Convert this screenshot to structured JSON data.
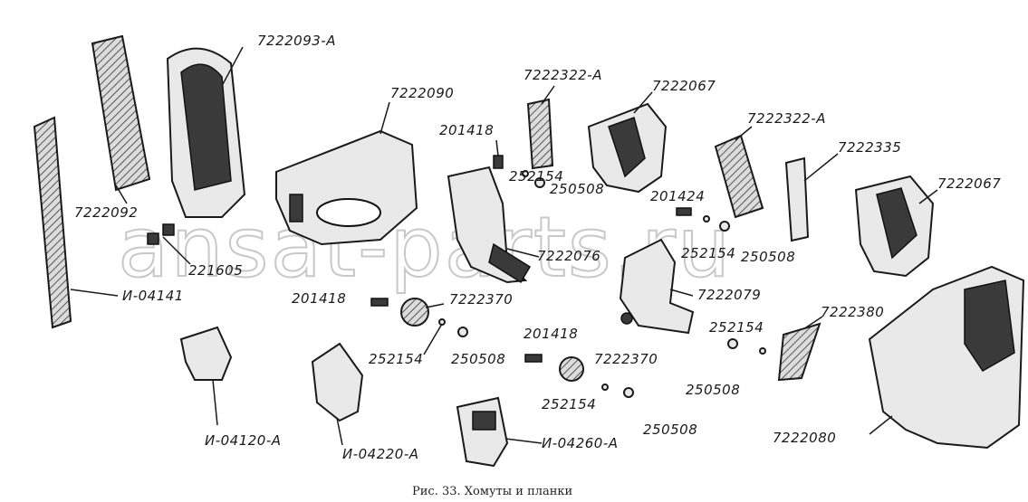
{
  "watermark": "ansat-parts.ru",
  "caption": "Рис. 33. Хомуты и планки",
  "labels": {
    "p7222093A": "7222093-А",
    "p7222090": "7222090",
    "p7222322A_1": "7222322-А",
    "p7222067_1": "7222067",
    "p201418_1": "201418",
    "p7222322A_2": "7222322-А",
    "p7222335": "7222335",
    "p7222067_2": "7222067",
    "p252154_1": "252154",
    "p250508_1": "250508",
    "p201424": "201424",
    "p7222092": "7222092",
    "p221605": "221605",
    "p7222076": "7222076",
    "p252154_2": "252154",
    "p250508_2": "250508",
    "pI04141": "И-04141",
    "p201418_2": "201418",
    "p7222370_1": "7222370",
    "p7222079": "7222079",
    "p252154_3": "252154",
    "p250508_3": "250508",
    "p201418_3": "201418",
    "p7222370_2": "7222370",
    "p7222380": "7222380",
    "p252154_4": "252154",
    "p252154_5": "252154",
    "p250508_4": "250508",
    "p250508_5": "250508",
    "pI04120A": "И-04120-А",
    "pI04220A": "И-04220-А",
    "pI04260A": "И-04260-А",
    "p7222080": "7222080"
  }
}
